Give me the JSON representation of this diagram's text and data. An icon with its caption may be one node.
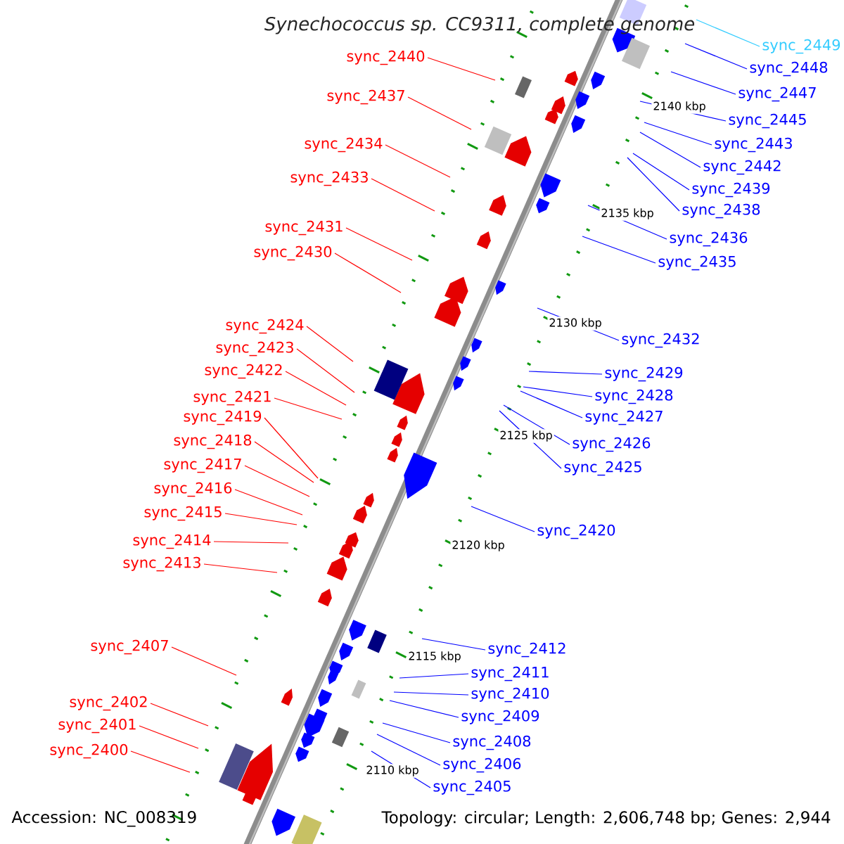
{
  "diagram": {
    "title": "Synechococcus sp. CC9311, complete genome",
    "nodes": [
      {
        "text": [
          "sync_2440"
        ]
      },
      {
        "text": [
          "sync_2437"
        ]
      },
      {
        "text": [
          "sync_2434"
        ]
      },
      {
        "text": [
          "sync_2433"
        ]
      },
      {
        "text": [
          "sync_2431"
        ]
      },
      {
        "text": [
          "sync_2430"
        ]
      },
      {
        "text": [
          "sync_2424"
        ]
      },
      {
        "text": [
          "sync_2423"
        ]
      },
      {
        "text": [
          "sync_2422"
        ]
      },
      {
        "text": [
          "sync_2421"
        ]
      },
      {
        "text": [
          "sync_2419"
        ]
      },
      {
        "text": [
          "sync_2418"
        ]
      },
      {
        "text": [
          "sync_2417"
        ]
      },
      {
        "text": [
          "sync_2416"
        ]
      },
      {
        "text": [
          "sync_2415"
        ]
      },
      {
        "text": [
          "sync_2414"
        ]
      },
      {
        "text": [
          "sync_2413"
        ]
      },
      {
        "text": [
          "sync_2407"
        ]
      },
      {
        "text": [
          "sync_2402"
        ]
      },
      {
        "text": [
          "sync_2401"
        ]
      },
      {
        "text": [
          "sync_2400"
        ]
      },
      {
        "text": [
          "sync_2449"
        ]
      },
      {
        "text": [
          "sync_2448"
        ]
      },
      {
        "text": [
          "sync_2447"
        ]
      },
      {
        "text": [
          "sync_2445"
        ]
      },
      {
        "text": [
          "sync_2443"
        ]
      },
      {
        "text": [
          "sync_2442"
        ]
      },
      {
        "text": [
          "sync_2439"
        ]
      },
      {
        "text": [
          "sync_2438"
        ]
      },
      {
        "text": [
          "sync_2436"
        ]
      },
      {
        "text": [
          "sync_2435"
        ]
      },
      {
        "text": [
          "sync_2432"
        ]
      },
      {
        "text": [
          "sync_2429"
        ]
      },
      {
        "text": [
          "sync_2428"
        ]
      },
      {
        "text": [
          "sync_2427"
        ]
      },
      {
        "text": [
          "sync_2426"
        ]
      },
      {
        "text": [
          "sync_2425"
        ]
      },
      {
        "text": [
          "sync_2420"
        ]
      },
      {
        "text": [
          "sync_2412"
        ]
      },
      {
        "text": [
          "sync_2411"
        ]
      },
      {
        "text": [
          "sync_2410"
        ]
      },
      {
        "text": [
          "sync_2409"
        ]
      },
      {
        "text": [
          "sync_2408"
        ]
      },
      {
        "text": [
          "sync_2406"
        ]
      },
      {
        "text": [
          "sync_2405"
        ]
      }
    ],
    "edges": [
      {
        "from": 0,
        "to": null,
        "arrow": "none",
        "color": "#ff0000"
      },
      {
        "from": 1,
        "to": null,
        "arrow": "none",
        "color": "#ff0000"
      },
      {
        "from": 2,
        "to": null,
        "arrow": "none",
        "color": "#ff0000"
      },
      {
        "from": 3,
        "to": null,
        "arrow": "none",
        "color": "#ff0000"
      },
      {
        "from": 4,
        "to": null,
        "arrow": "none",
        "color": "#ff0000"
      },
      {
        "from": 5,
        "to": null,
        "arrow": "none",
        "color": "#ff0000"
      },
      {
        "from": 6,
        "to": null,
        "arrow": "none",
        "color": "#ff0000"
      },
      {
        "from": 7,
        "to": null,
        "arrow": "none",
        "color": "#ff0000"
      },
      {
        "from": 8,
        "to": null,
        "arrow": "none",
        "color": "#ff0000"
      },
      {
        "from": 9,
        "to": null,
        "arrow": "none",
        "color": "#ff0000"
      },
      {
        "from": 10,
        "to": null,
        "arrow": "none",
        "color": "#ff0000"
      },
      {
        "from": 11,
        "to": null,
        "arrow": "none",
        "color": "#ff0000"
      },
      {
        "from": 12,
        "to": null,
        "arrow": "none",
        "color": "#ff0000"
      },
      {
        "from": 13,
        "to": null,
        "arrow": "none",
        "color": "#ff0000"
      },
      {
        "from": 14,
        "to": null,
        "arrow": "none",
        "color": "#ff0000"
      },
      {
        "from": 15,
        "to": null,
        "arrow": "none",
        "color": "#ff0000"
      },
      {
        "from": 16,
        "to": null,
        "arrow": "none",
        "color": "#ff0000"
      },
      {
        "from": 17,
        "to": null,
        "arrow": "none",
        "color": "#ff0000"
      },
      {
        "from": 18,
        "to": null,
        "arrow": "none",
        "color": "#ff0000"
      },
      {
        "from": 19,
        "to": null,
        "arrow": "none",
        "color": "#ff0000"
      },
      {
        "from": 20,
        "to": null,
        "arrow": "none",
        "color": "#ff0000"
      },
      {
        "from": 21,
        "to": null,
        "arrow": "none",
        "color": "#33ccff"
      },
      {
        "from": 22,
        "to": null,
        "arrow": "none"
      },
      {
        "from": 23,
        "to": null,
        "arrow": "none"
      },
      {
        "from": 24,
        "to": null,
        "arrow": "none"
      },
      {
        "from": 25,
        "to": null,
        "arrow": "none"
      },
      {
        "from": 26,
        "to": null,
        "arrow": "none"
      },
      {
        "from": 27,
        "to": null,
        "arrow": "none"
      },
      {
        "from": 28,
        "to": null,
        "arrow": "none"
      },
      {
        "from": 29,
        "to": null,
        "arrow": "none"
      },
      {
        "from": 30,
        "to": null,
        "arrow": "none"
      },
      {
        "from": 31,
        "to": null,
        "arrow": "none"
      },
      {
        "from": 32,
        "to": null,
        "arrow": "none"
      },
      {
        "from": 33,
        "to": null,
        "arrow": "none"
      },
      {
        "from": 34,
        "to": null,
        "arrow": "none"
      },
      {
        "from": 35,
        "to": null,
        "arrow": "none"
      },
      {
        "from": 36,
        "to": null,
        "arrow": "none"
      },
      {
        "from": 37,
        "to": null,
        "arrow": "none"
      },
      {
        "from": 38,
        "to": null,
        "arrow": "none"
      },
      {
        "from": 39,
        "to": null,
        "arrow": "none"
      },
      {
        "from": 40,
        "to": null,
        "arrow": "none"
      },
      {
        "from": 41,
        "to": null,
        "arrow": "none"
      },
      {
        "from": 42,
        "to": null,
        "arrow": "none"
      },
      {
        "from": 43,
        "to": null,
        "arrow": "none"
      },
      {
        "from": 44,
        "to": null,
        "arrow": "none"
      }
    ],
    "labels": [
      "2140 kbp",
      "2135 kbp",
      "2130 kbp",
      "2125 kbp",
      "2120 kbp",
      "2115 kbp",
      "2110 kbp",
      "Accession: NC_008319",
      "Topology: circular; Length: 2,606,748 bp; Genes: 2,944"
    ]
  }
}
